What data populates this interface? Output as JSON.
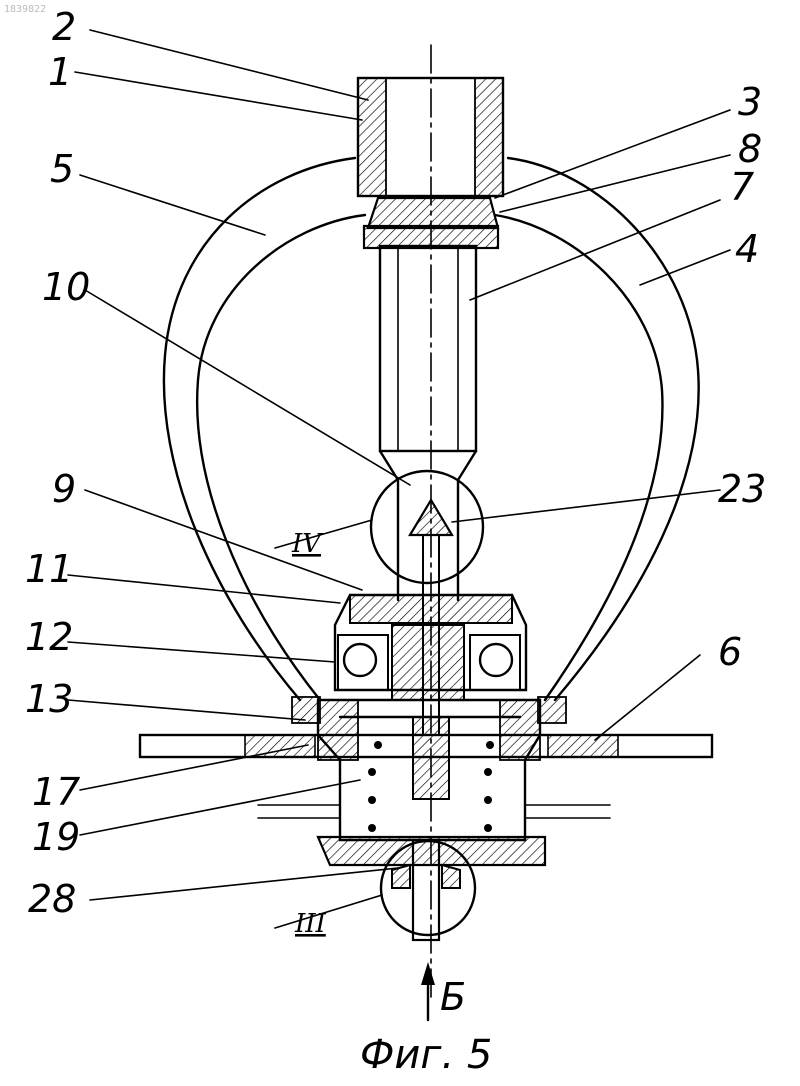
{
  "watermark": "1839822",
  "caption": "Фиг. 5",
  "view_arrow_label": "Б",
  "part_labels": [
    "2",
    "1",
    "3",
    "8",
    "5",
    "7",
    "4",
    "10",
    "23",
    "9",
    "11",
    "12",
    "6",
    "13",
    "17",
    "19",
    "28"
  ],
  "detail_labels": [
    "IV",
    "III"
  ]
}
